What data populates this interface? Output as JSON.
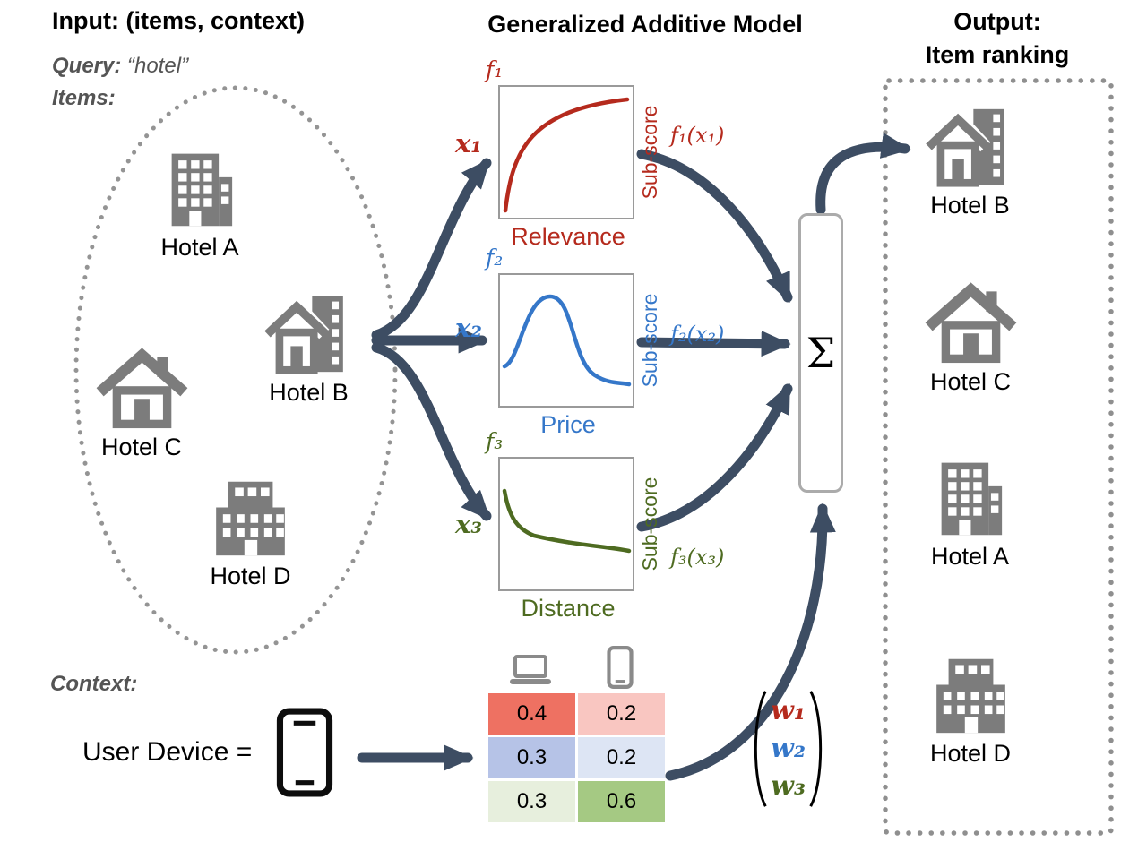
{
  "titles": {
    "input": "Input: (items, context)",
    "model": "Generalized Additive Model",
    "output_line1": "Output:",
    "output_line2": "Item ranking"
  },
  "input_panel": {
    "query_label": "Query:",
    "query_value": "“hotel”",
    "items_label": "Items:",
    "hotels": [
      {
        "name": "Hotel A",
        "icon": "building-tower-icon"
      },
      {
        "name": "Hotel B",
        "icon": "house-highrise-icon"
      },
      {
        "name": "Hotel C",
        "icon": "house-icon"
      },
      {
        "name": "Hotel D",
        "icon": "building-block-icon"
      }
    ],
    "context_label": "Context:",
    "device_label": "User Device =",
    "device_icon": "smartphone-icon"
  },
  "model_panel": {
    "sum_symbol": "Σ",
    "functions": [
      {
        "symbol": "f₁",
        "input_var": "x₁",
        "output_expr": "f₁(x₁)",
        "axis_label": "Sub-score",
        "name": "Relevance",
        "color": "#b52a1d",
        "curve_shape": "increasing-saturating"
      },
      {
        "symbol": "f₂",
        "input_var": "x₂",
        "output_expr": "f₂(x₂)",
        "axis_label": "Sub-score",
        "name": "Price",
        "color": "#3577c9",
        "curve_shape": "skewed-bell"
      },
      {
        "symbol": "f₃",
        "input_var": "x₃",
        "output_expr": "f₃(x₃)",
        "axis_label": "Sub-score",
        "name": "Distance",
        "color": "#4e6b21",
        "curve_shape": "decreasing-decay"
      }
    ]
  },
  "context_table": {
    "column_icons": [
      "laptop-icon",
      "smartphone-icon"
    ],
    "rows": [
      {
        "values": [
          "0.4",
          "0.2"
        ],
        "colors": [
          "#ee7162",
          "#f9c6c1"
        ]
      },
      {
        "values": [
          "0.3",
          "0.2"
        ],
        "colors": [
          "#b6c3e7",
          "#dde5f4"
        ]
      },
      {
        "values": [
          "0.3",
          "0.6"
        ],
        "colors": [
          "#e7efdd",
          "#a5c983"
        ]
      }
    ],
    "weights": [
      {
        "label": "w₁",
        "color": "#b52a1d"
      },
      {
        "label": "w₂",
        "color": "#3577c9"
      },
      {
        "label": "w₃",
        "color": "#4e6b21"
      }
    ]
  },
  "output_panel": {
    "ranking": [
      {
        "name": "Hotel B",
        "icon": "house-highrise-icon"
      },
      {
        "name": "Hotel C",
        "icon": "house-icon"
      },
      {
        "name": "Hotel A",
        "icon": "building-tower-icon"
      },
      {
        "name": "Hotel D",
        "icon": "building-block-icon"
      }
    ]
  },
  "style": {
    "arrow_color": "#3d4d63",
    "icon_gray": "#7c7c7c",
    "dotted_border_color": "#949494"
  }
}
